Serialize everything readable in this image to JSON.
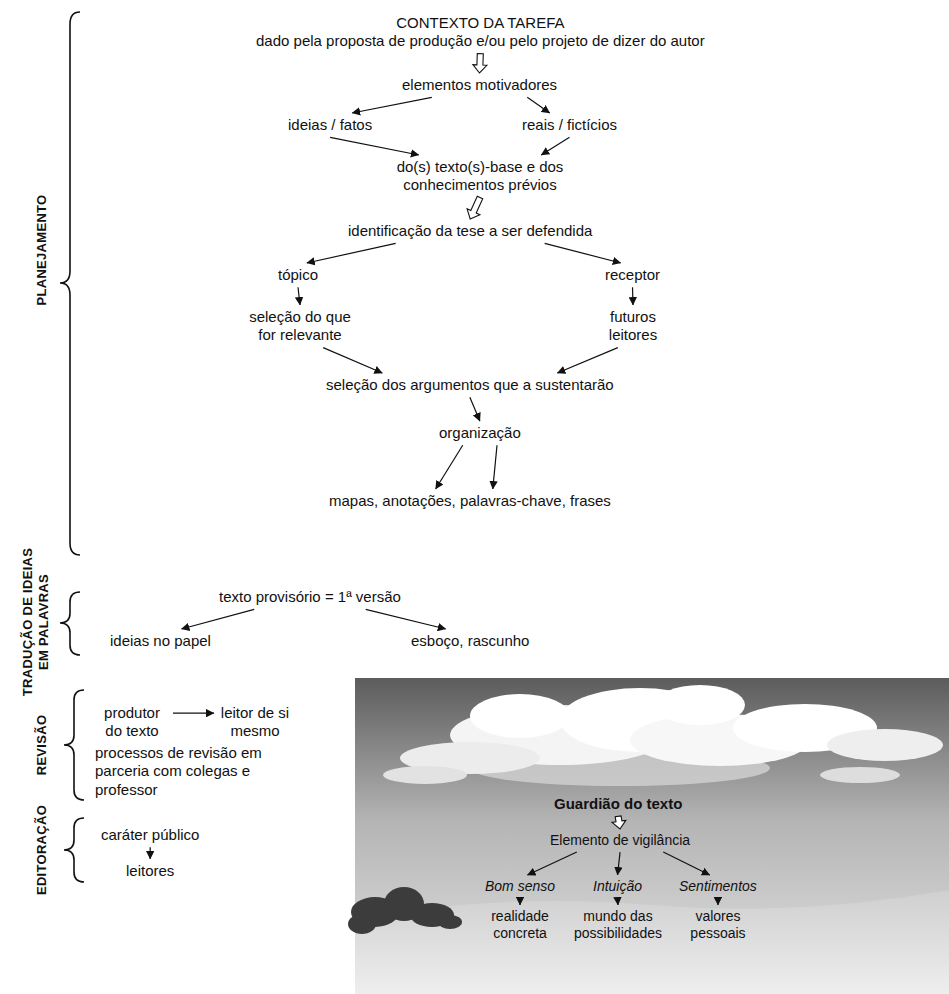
{
  "diagram": {
    "nodes": [
      {
        "text": [
          "CONTEXTO DA TAREFA",
          "dado pela proposta de produção e/ou pelo projeto de dizer do autor"
        ]
      },
      {
        "text": [
          "elementos motivadores"
        ]
      },
      {
        "text": [
          "ideias / fatos"
        ]
      },
      {
        "text": [
          "reais / fictícios"
        ]
      },
      {
        "text": [
          "do(s) texto(s)-base e dos conhecimentos prévios"
        ]
      },
      {
        "text": [
          "identificação da tese a ser defendida"
        ]
      },
      {
        "text": [
          "tópico"
        ]
      },
      {
        "text": [
          "receptor"
        ]
      },
      {
        "text": [
          "seleção do que for relevante"
        ]
      },
      {
        "text": [
          "futuros leitores"
        ]
      },
      {
        "text": [
          "seleção dos argumentos que a sustentarão"
        ]
      },
      {
        "text": [
          "organização"
        ]
      },
      {
        "text": [
          "mapas, anotações, palavras-chave, frases"
        ]
      },
      {
        "text": [
          "texto provisório = 1ª versão"
        ]
      },
      {
        "text": [
          "ideias no papel"
        ]
      },
      {
        "text": [
          "esboço, rascunho"
        ]
      },
      {
        "text": [
          "produtor do texto"
        ]
      },
      {
        "text": [
          "leitor de si mesmo"
        ]
      },
      {
        "text": [
          "caráter público"
        ]
      },
      {
        "text": [
          "leitores"
        ]
      },
      {
        "text": [
          "Guardião do texto"
        ]
      },
      {
        "text": [
          "Elemento de vigilância"
        ]
      },
      {
        "text": [
          "Bom senso"
        ]
      },
      {
        "text": [
          "Intuição"
        ]
      },
      {
        "text": [
          "Sentimentos"
        ]
      },
      {
        "text": [
          "realidade concreta"
        ]
      },
      {
        "text": [
          "mundo das possibilidades"
        ]
      },
      {
        "text": [
          "valores pessoais"
        ]
      }
    ],
    "edges": [
      {
        "from": 0,
        "to": 1,
        "arrow": "to"
      },
      {
        "from": 1,
        "to": 2,
        "arrow": "to"
      },
      {
        "from": 1,
        "to": 3,
        "arrow": "to"
      },
      {
        "from": 2,
        "to": 4,
        "arrow": "to"
      },
      {
        "from": 3,
        "to": 4,
        "arrow": "to"
      },
      {
        "from": 4,
        "to": 5,
        "arrow": "to"
      },
      {
        "from": 5,
        "to": 6,
        "arrow": "to"
      },
      {
        "from": 5,
        "to": 7,
        "arrow": "to"
      },
      {
        "from": 6,
        "to": 8,
        "arrow": "to"
      },
      {
        "from": 7,
        "to": 9,
        "arrow": "to"
      },
      {
        "from": 8,
        "to": 10,
        "arrow": "to"
      },
      {
        "from": 9,
        "to": 10,
        "arrow": "to"
      },
      {
        "from": 10,
        "to": 11,
        "arrow": "to"
      },
      {
        "from": 11,
        "to": 12,
        "arrow": "to"
      },
      {
        "from": 11,
        "to": 12,
        "arrow": "to"
      },
      {
        "from": 13,
        "to": 14,
        "arrow": "to"
      },
      {
        "from": 13,
        "to": 15,
        "arrow": "to"
      },
      {
        "from": 16,
        "to": 17,
        "arrow": "to"
      },
      {
        "from": 18,
        "to": 19,
        "arrow": "to"
      },
      {
        "from": 20,
        "to": 21,
        "arrow": "to"
      },
      {
        "from": 21,
        "to": 22,
        "arrow": "to"
      },
      {
        "from": 21,
        "to": 23,
        "arrow": "to"
      },
      {
        "from": 21,
        "to": 24,
        "arrow": "to"
      },
      {
        "from": 22,
        "to": 25,
        "arrow": "to"
      },
      {
        "from": 23,
        "to": 26,
        "arrow": "to"
      },
      {
        "from": 24,
        "to": 27,
        "arrow": "to"
      }
    ],
    "labels": [
      "PLANEJAMENTO",
      "TRADUÇÃO DE IDEIAS EM PALAVRAS",
      "REVISÃO",
      "EDITORAÇÃO",
      "processos de revisão em parceria com colegas e professor"
    ]
  }
}
